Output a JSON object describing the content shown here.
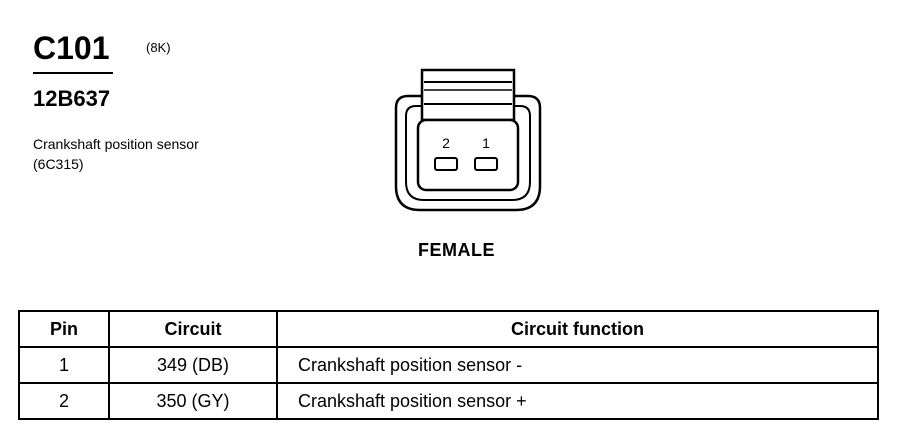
{
  "connector": {
    "id": "C101",
    "color_code": "(8K)",
    "part_number": "12B637",
    "description": "Crankshaft position sensor (6C315)",
    "gender": "FEMALE",
    "pin_labels": [
      "2",
      "1"
    ]
  },
  "pin_table": {
    "headers": [
      "Pin",
      "Circuit",
      "Circuit function"
    ],
    "rows": [
      {
        "pin": "1",
        "circuit": "349 (DB)",
        "function": "Crankshaft position sensor  -"
      },
      {
        "pin": "2",
        "circuit": "350 (GY)",
        "function": "Crankshaft position sensor  +"
      }
    ]
  }
}
